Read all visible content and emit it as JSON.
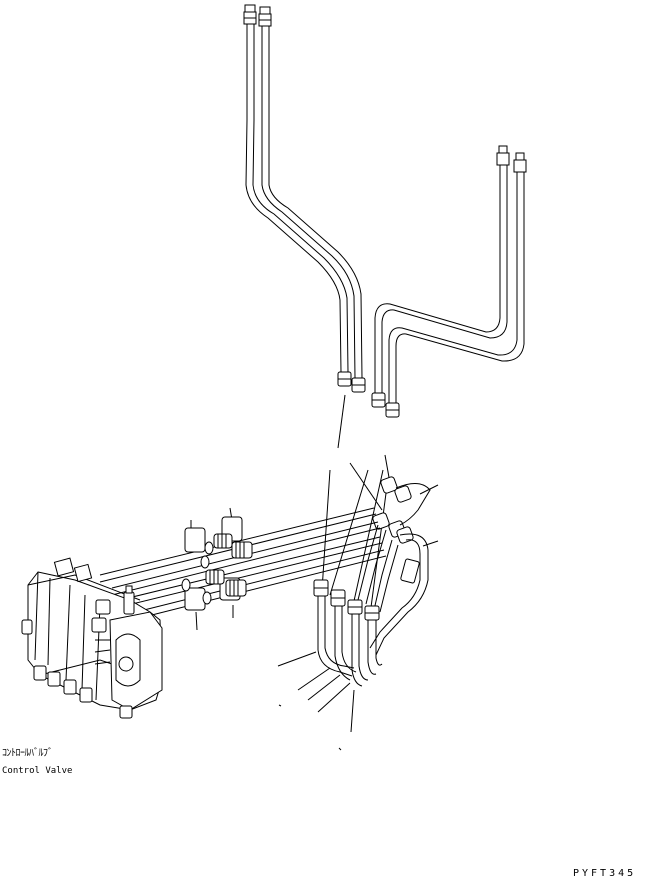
{
  "drawing": {
    "label_japanese": "ｺﾝﾄﾛｰﾙﾊﾞﾙﾌﾞ",
    "label_english": "Control Valve",
    "part_code": "PYFT345"
  },
  "colors": {
    "line": "#000000",
    "background": "#ffffff"
  }
}
